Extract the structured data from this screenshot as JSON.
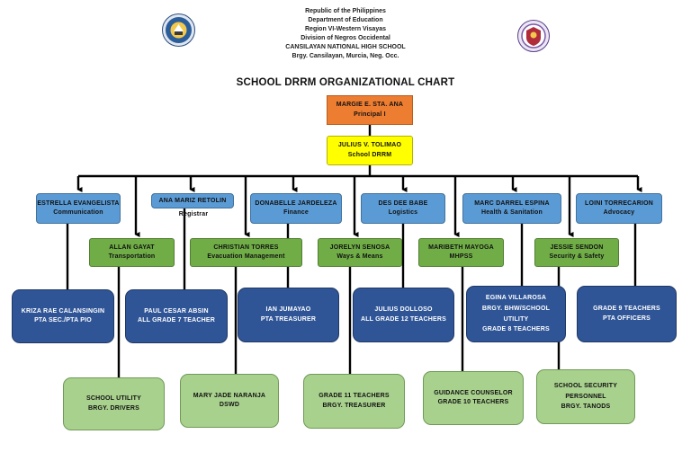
{
  "header": {
    "lines": [
      "Republic of the Philippines",
      "Department of Education",
      "Region VI-Western Visayas",
      "Division of Negros Occidental",
      "CANSILAYAN NATIONAL HIGH SCHOOL",
      "Brgy. Cansilayan, Murcia, Neg. Occ."
    ]
  },
  "title": "SCHOOL DRRM ORGANIZATIONAL CHART",
  "chart": {
    "head": {
      "name": "MARGIE E. STA. ANA",
      "role": "Principal I"
    },
    "coordinator": {
      "name": "JULIUS V. TOLIMAO",
      "role": "School DRRM"
    },
    "upper_committees": [
      {
        "name": "ESTRELLA EVANGELISTA",
        "role": "Communication"
      },
      {
        "name": "ANA MARIZ RETOLIN",
        "role": "Registrar"
      },
      {
        "name": "DONABELLE JARDELEZA",
        "role": "Finance"
      },
      {
        "name": "DES DEE BABE",
        "role": "Logistics"
      },
      {
        "name": "MARC DARREL ESPINA",
        "role": "Health & Sanitation"
      },
      {
        "name": "LOINI TORRECARION",
        "role": "Advocacy"
      }
    ],
    "lower_committees": [
      {
        "name": "ALLAN GAYAT",
        "role": "Transportation"
      },
      {
        "name": "CHRISTIAN TORRES",
        "role": "Evacuation Management"
      },
      {
        "name": "JORELYN SENOSA",
        "role": "Ways & Means"
      },
      {
        "name": "MARIBETH MAYOGA",
        "role": "MHPSS"
      },
      {
        "name": "JESSIE SENDON",
        "role": "Security & Safety"
      }
    ],
    "upper_members": [
      {
        "lines": [
          "KRIZA RAE CALANSINGIN",
          "PTA SEC./PTA PIO"
        ]
      },
      {
        "lines": [
          "PAUL CESAR ABSIN",
          "ALL GRADE 7 TEACHER"
        ]
      },
      {
        "lines": [
          "IAN JUMAYAO",
          "PTA TREASURER"
        ]
      },
      {
        "lines": [
          "JULIUS DOLLOSO",
          "ALL GRADE 12 TEACHERS"
        ]
      },
      {
        "lines": [
          "EGINA VILLAROSA",
          "BRGY. BHW/SCHOOL",
          "UTILITY",
          "GRADE 8 TEACHERS"
        ]
      },
      {
        "lines": [
          "GRADE 9 TEACHERS",
          "PTA OFFICERS"
        ]
      }
    ],
    "lower_members": [
      {
        "lines": [
          "SCHOOL UTILITY",
          "BRGY. DRIVERS"
        ]
      },
      {
        "lines": [
          "MARY JADE NARANJA",
          "DSWD"
        ]
      },
      {
        "lines": [
          "GRADE 11 TEACHERS",
          "BRGY. TREASURER"
        ]
      },
      {
        "lines": [
          "GUIDANCE COUNSELOR",
          "GRADE 10 TEACHERS"
        ]
      },
      {
        "lines": [
          "SCHOOL SECURITY",
          "PERSONNEL",
          "BRGY. TANODS"
        ]
      }
    ]
  },
  "colors": {
    "head": "#ed7d31",
    "coordinator": "#ffff00",
    "upper_committee": "#5b9bd5",
    "lower_committee": "#70ad47",
    "upper_member": "#2f5597",
    "lower_member": "#a9d18e"
  }
}
